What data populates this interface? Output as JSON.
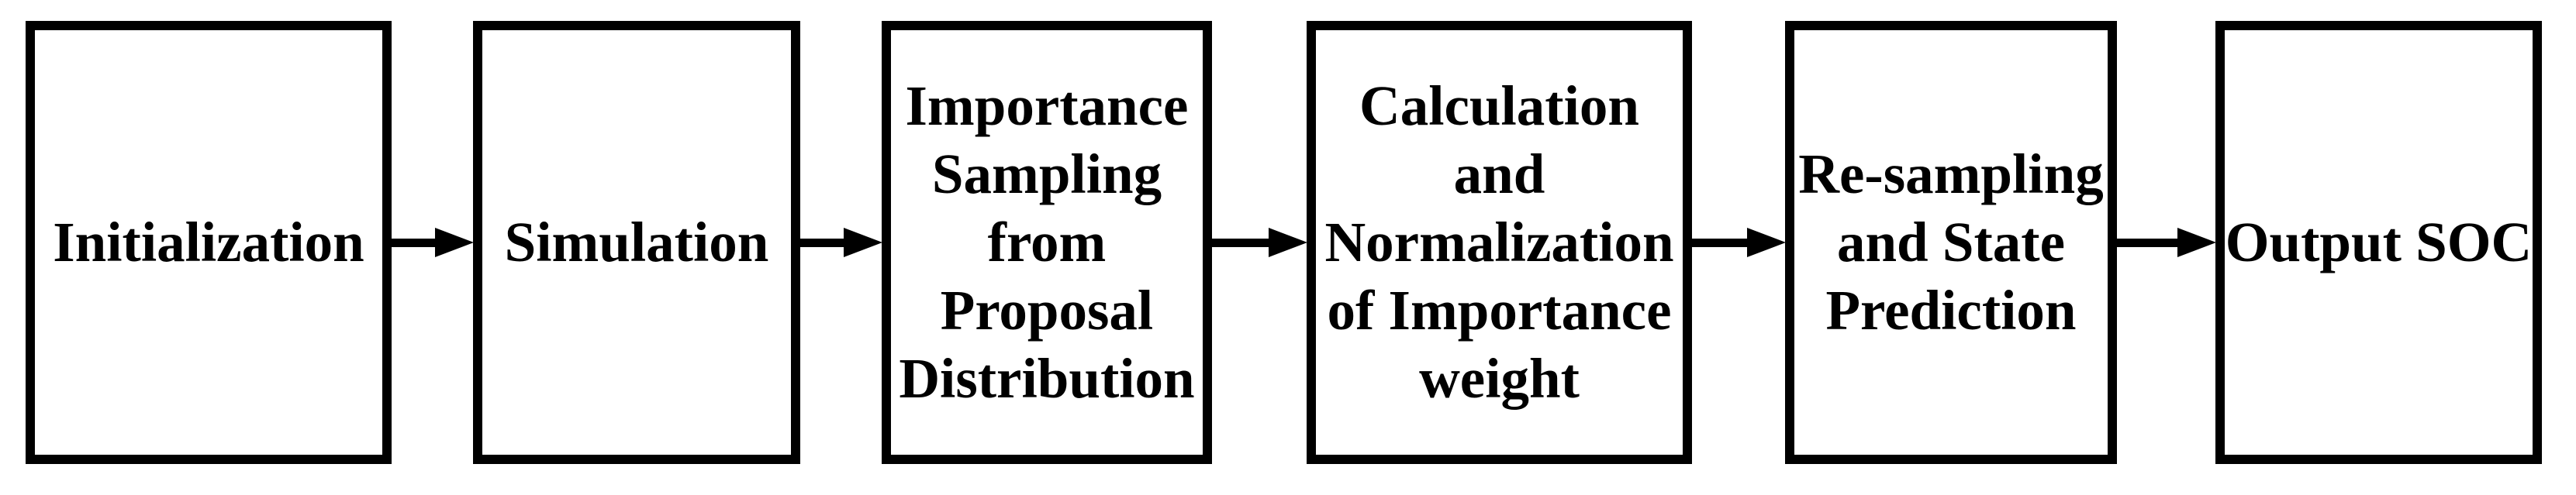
{
  "palette": {
    "background": "#ffffff",
    "box_border": "#000000",
    "text": "#000000",
    "arrow": "#000000"
  },
  "flowchart": {
    "nodes": [
      {
        "name": "initialization",
        "lines": [
          "Initialization"
        ]
      },
      {
        "name": "simulation",
        "lines": [
          "Simulation"
        ]
      },
      {
        "name": "importance-sampling-from-proposal-distribution",
        "lines": [
          "Importance",
          "Sampling",
          "from",
          "Proposal",
          "Distribution"
        ]
      },
      {
        "name": "calculation-and-normalization-of-importance-weight",
        "lines": [
          "Calculation",
          "and",
          "Normalization",
          "of Importance",
          "weight"
        ]
      },
      {
        "name": "re-sampling-and-state-prediction",
        "lines": [
          "Re-sampling",
          "and State",
          "Prediction"
        ]
      },
      {
        "name": "output-soc",
        "lines": [
          "Output SOC"
        ]
      }
    ],
    "connections": [
      {
        "from": "initialization",
        "to": "simulation"
      },
      {
        "from": "simulation",
        "to": "importance-sampling-from-proposal-distribution"
      },
      {
        "from": "importance-sampling-from-proposal-distribution",
        "to": "calculation-and-normalization-of-importance-weight"
      },
      {
        "from": "calculation-and-normalization-of-importance-weight",
        "to": "re-sampling-and-state-prediction"
      },
      {
        "from": "re-sampling-and-state-prediction",
        "to": "output-soc"
      }
    ]
  }
}
